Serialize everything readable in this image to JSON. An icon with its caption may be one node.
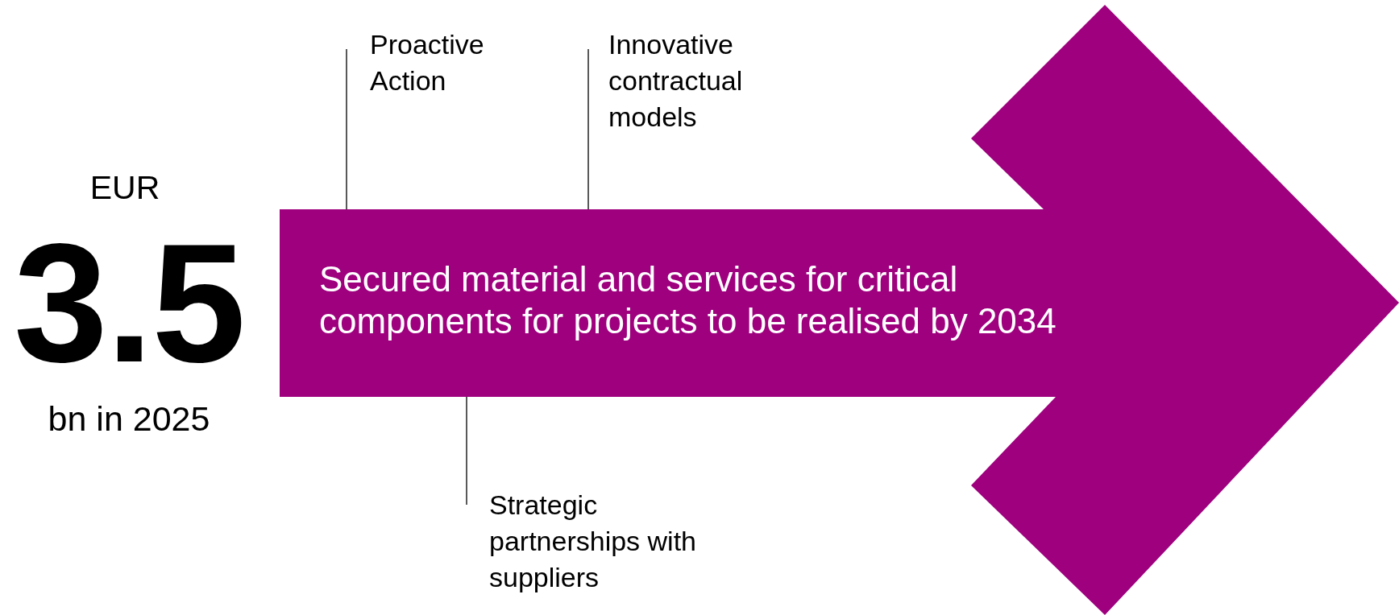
{
  "diagram": {
    "nodes": [
      {
        "text": [
          "Secured material and services for critical components for projects to be realised by 2034"
        ]
      },
      {
        "text": [
          "Proactive Action"
        ]
      },
      {
        "text": [
          "Innovative contractual models"
        ]
      },
      {
        "text": [
          "Strategic partnerships with suppliers"
        ]
      }
    ],
    "edges": [
      {
        "from": 1,
        "to": 0,
        "arrow": "none"
      },
      {
        "from": 2,
        "to": 0,
        "arrow": "none"
      },
      {
        "from": 3,
        "to": 0,
        "arrow": "none"
      }
    ],
    "labels": [
      "EUR",
      "3.5",
      "bn in 2025"
    ]
  }
}
